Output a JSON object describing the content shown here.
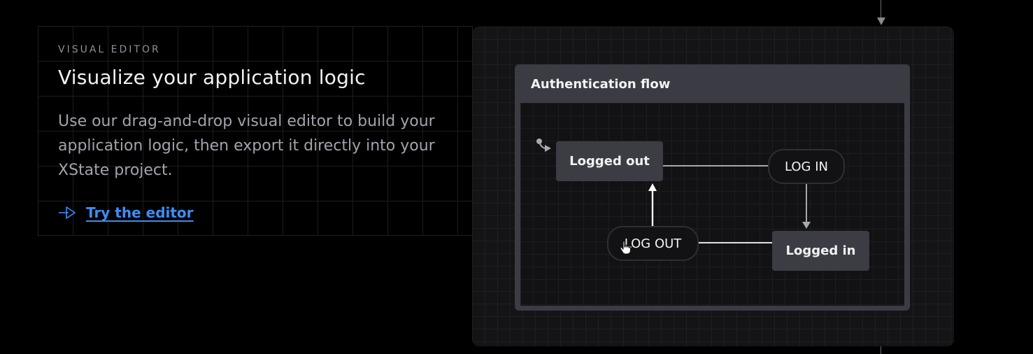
{
  "section": {
    "eyebrow": "VISUAL EDITOR",
    "headline": "Visualize your application logic",
    "description": "Use our drag-and-drop visual editor to build your application logic, then export it directly into your XState project.",
    "cta": {
      "icon": "arrow-right-icon",
      "label": "Try the editor"
    }
  },
  "editor": {
    "machine_title": "Authentication flow",
    "states": {
      "logged_out": "Logged out",
      "logged_in": "Logged in"
    },
    "events": {
      "log_in": "LOG IN",
      "log_out": "LOG OUT"
    },
    "icons": {
      "initial": "initial-state-icon",
      "cursor": "hand-pointer-icon"
    }
  },
  "colors": {
    "background": "#000000",
    "link": "#3f8cf2",
    "headline": "#f2f2f2",
    "muted": "#a3a3ad",
    "node": "#3c3c44"
  }
}
